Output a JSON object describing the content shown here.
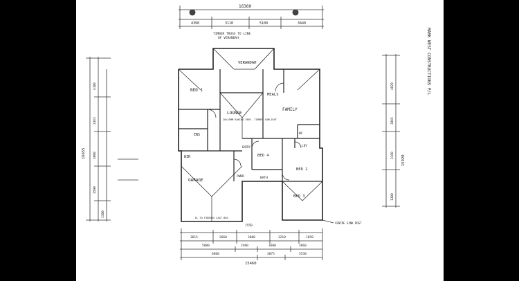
{
  "company_label": "MARK WEST CONSTRUCTIONS P/L",
  "rooms": {
    "verandah": "VERANDAH",
    "bed1": "BED 1",
    "lounge": "LOUNGE",
    "lounge_note": "28×25MM RAKING VERY. TIMBER SUBLIGHT",
    "meals": "MEALS",
    "family": "FAMILY",
    "ens": "ENS",
    "wir": "WIR",
    "lby": "LDY",
    "bed4": "BED 4",
    "powder": "PWDR",
    "bath": "BATH",
    "bed2": "BED 2",
    "bed3": "BED 3",
    "garage": "GARAGE",
    "wc": "WC"
  },
  "notes": {
    "top_note_1": "TIMBER TRUSS TO LINE",
    "top_note_2": "OF VERANDAH",
    "entry": "ENTRY",
    "bottom_left": "EL TO FIBROUS LAST BOX",
    "bottom_right": "CENTRE SINK POST"
  },
  "dims": {
    "top_overall": "16360",
    "top_seg": [
      "4390",
      "3110",
      "5100",
      "3440"
    ],
    "bottom_overall": "15460",
    "bottom_a": [
      "3615",
      "2660",
      "3600",
      "3210",
      "1850"
    ],
    "bottom_b": [
      "5800",
      "2400",
      "3600",
      "3660"
    ],
    "bottom_c": [
      "6660",
      "3075",
      "3530"
    ],
    "bottom_mid": "1550",
    "left_overall": "16655",
    "left_segs": [
      "4100",
      "3165",
      "3800",
      "3590",
      "1300"
    ],
    "right_overall": "15920",
    "right_segs": [
      "4870",
      "3865",
      "3160",
      "1300"
    ]
  }
}
